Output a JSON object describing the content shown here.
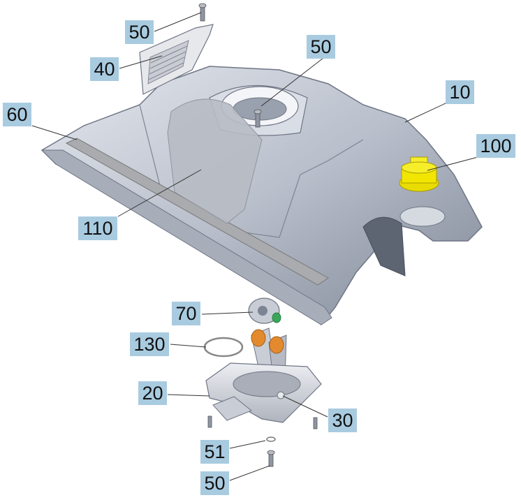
{
  "callouts": {
    "c50_top": "50",
    "c40": "40",
    "c50_mid": "50",
    "c10": "10",
    "c60": "60",
    "c100": "100",
    "c110": "110",
    "c70": "70",
    "c130": "130",
    "c20": "20",
    "c30": "30",
    "c51": "51",
    "c50_bottom": "50"
  },
  "colors": {
    "callout_bg": "#a9cbe0",
    "housing": "#c3c8d2",
    "housing_dark": "#8e95a3",
    "cap_yellow": "#f2e600",
    "bushing_orange": "#e48a2e",
    "seal_green": "#3aa65a"
  }
}
